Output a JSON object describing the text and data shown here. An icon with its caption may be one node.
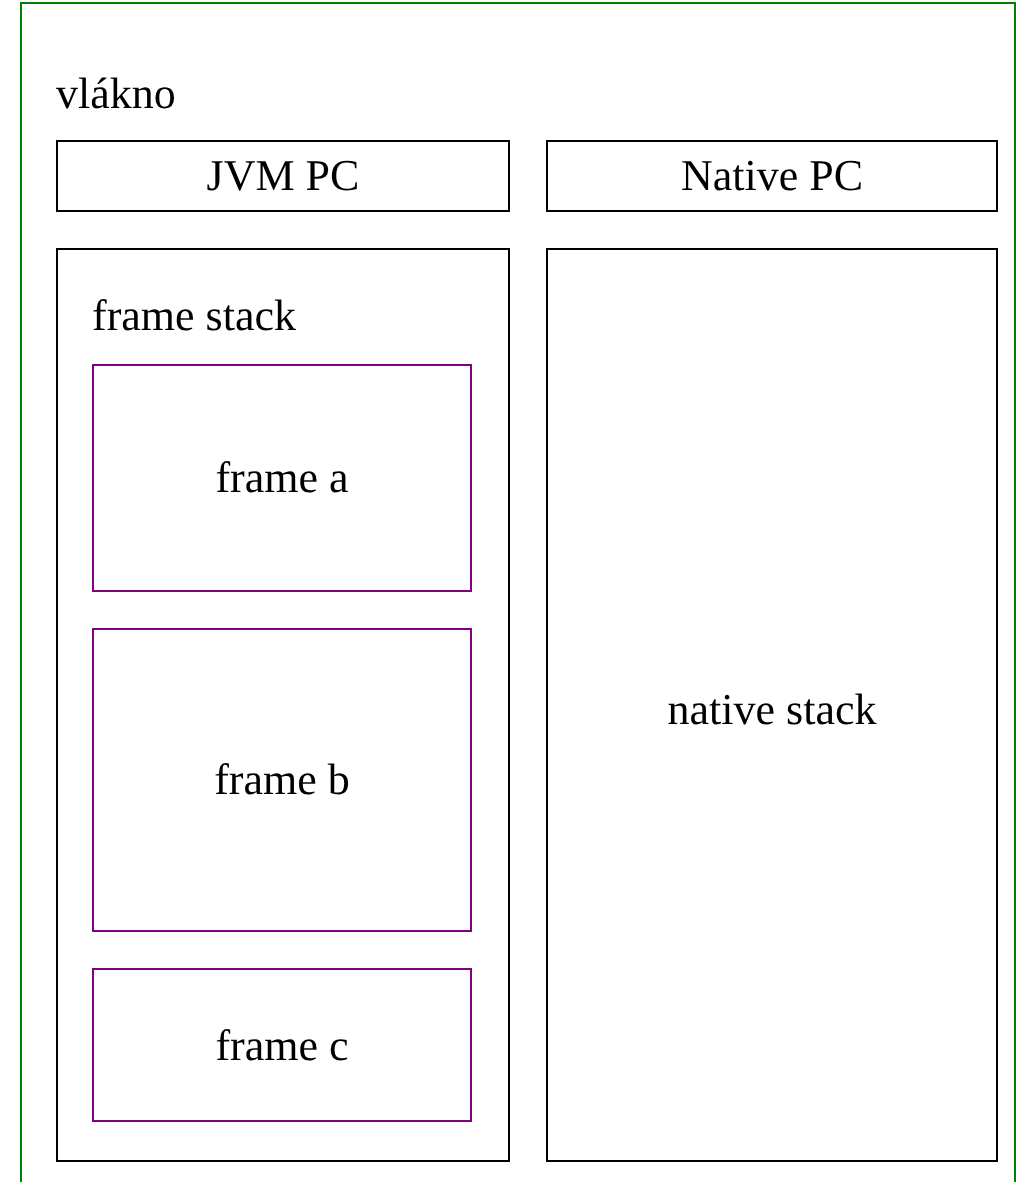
{
  "diagram": {
    "nodes": [
      {
        "text": [
          "vlákno"
        ]
      },
      {
        "text": [
          "JVM PC"
        ],
        "in": 0
      },
      {
        "text": [
          "Native PC"
        ],
        "in": 0
      },
      {
        "text": [
          "frame stack"
        ],
        "in": 0
      },
      {
        "text": [
          "frame a"
        ],
        "in": 3
      },
      {
        "text": [
          "frame b"
        ],
        "in": 3
      },
      {
        "text": [
          "frame c"
        ],
        "in": 3
      },
      {
        "text": [
          "native stack"
        ],
        "in": 0
      }
    ]
  }
}
